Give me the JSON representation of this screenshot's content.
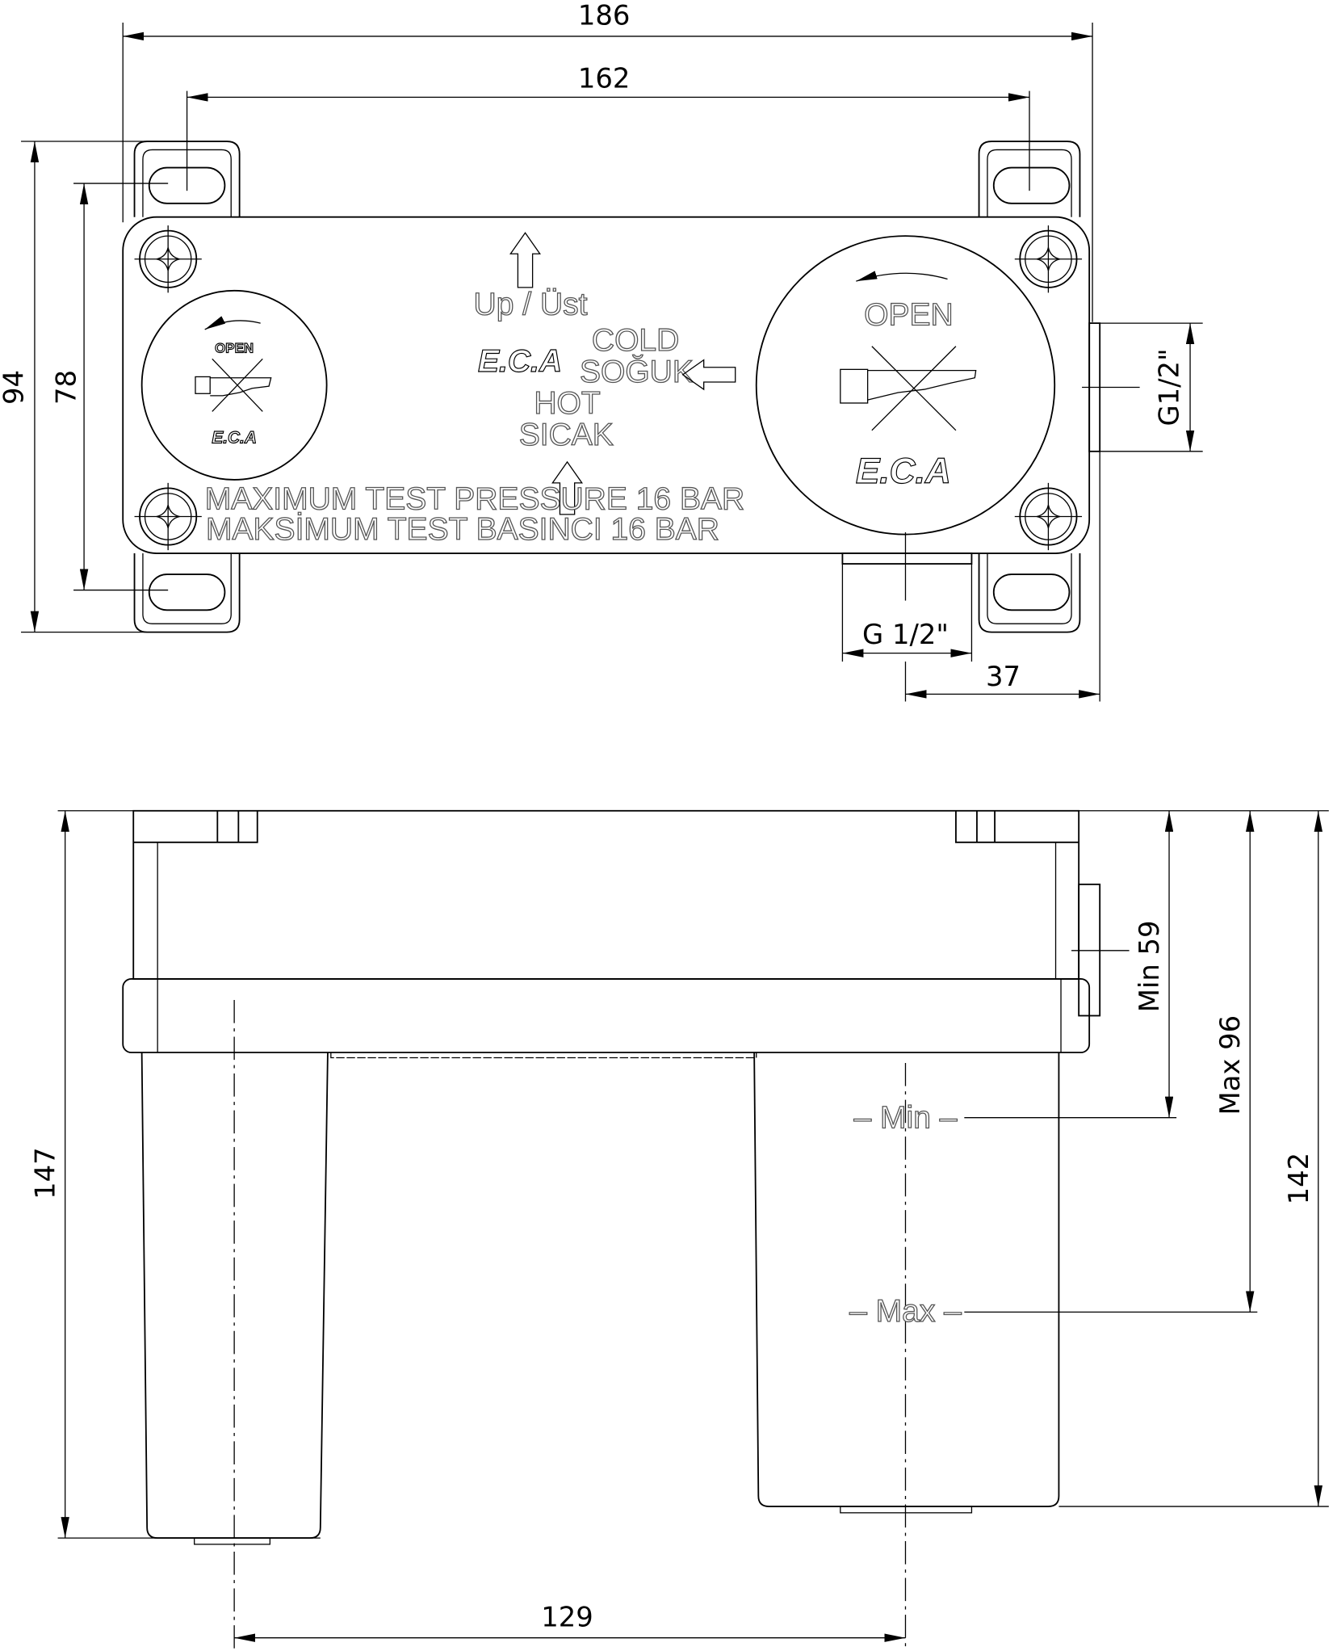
{
  "top_view": {
    "dimensions": {
      "overall_width": "186",
      "mount_spacing": "162",
      "overall_height": "94",
      "mount_height": "78",
      "side_outlet": "G1/2\"",
      "bottom_outlet": "G 1/2\"",
      "outlet_offset": "37"
    },
    "plate_text": {
      "up": "Up / Üst",
      "cold": "COLD",
      "cold_tr": "SOĞUK",
      "hot": "HOT",
      "hot_tr": "SICAK",
      "pressure_en": "MAXIMUM TEST PRESSURE 16 BAR",
      "pressure_tr": "MAKSİMUM TEST BASINCI 16 BAR",
      "open_small": "OPEN",
      "open_large": "OPEN",
      "logo": "E.C.A"
    }
  },
  "side_view": {
    "dimensions": {
      "total_depth": "147",
      "min_depth": "Min 59",
      "max_depth": "Max 96",
      "body_depth": "142",
      "center_distance": "129"
    },
    "marks": {
      "min": "– Min –",
      "max": "– Max –"
    }
  }
}
